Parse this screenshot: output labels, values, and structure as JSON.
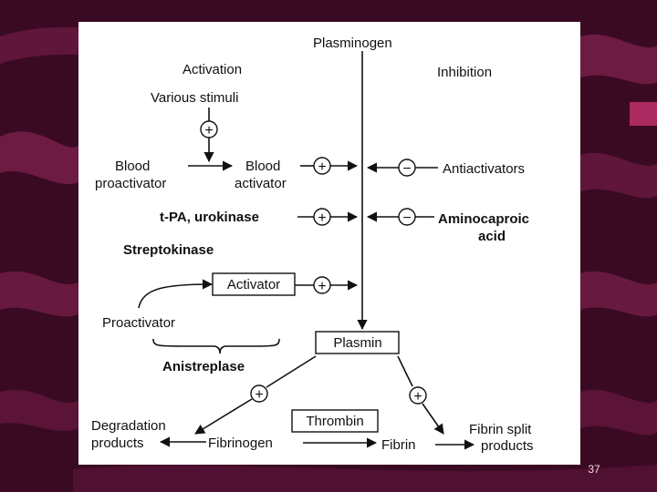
{
  "slide": {
    "number": "37"
  },
  "colors": {
    "background": "#3a0a22",
    "swoosh": "#7a1f4c",
    "panel": "#ffffff",
    "ink": "#111111"
  },
  "labels": {
    "plasminogen": "Plasminogen",
    "activation": "Activation",
    "inhibition": "Inhibition",
    "various_stimuli": "Various stimuli",
    "blood_proactivator_1": "Blood",
    "blood_proactivator_2": "proactivator",
    "blood_activator_1": "Blood",
    "blood_activator_2": "activator",
    "antiactivators": "Antiactivators",
    "tpa_urokinase": "t-PA, urokinase",
    "aminocaproic_1": "Aminocaproic",
    "aminocaproic_2": "acid",
    "streptokinase": "Streptokinase",
    "activator": "Activator",
    "proactivator": "Proactivator",
    "anistreplase": "Anistreplase",
    "plasmin": "Plasmin",
    "thrombin": "Thrombin",
    "degradation_products_1": "Degradation",
    "degradation_products_2": "products",
    "fibrinogen": "Fibrinogen",
    "fibrin": "Fibrin",
    "fibrin_split_1": "Fibrin split",
    "fibrin_split_2": "products"
  },
  "signs": {
    "stimuli": "+",
    "blood_activator": "+",
    "antiactivators": "−",
    "tpa": "+",
    "aminocaproic": "−",
    "activator": "+",
    "degradation": "+",
    "fibrin_split": "+"
  }
}
